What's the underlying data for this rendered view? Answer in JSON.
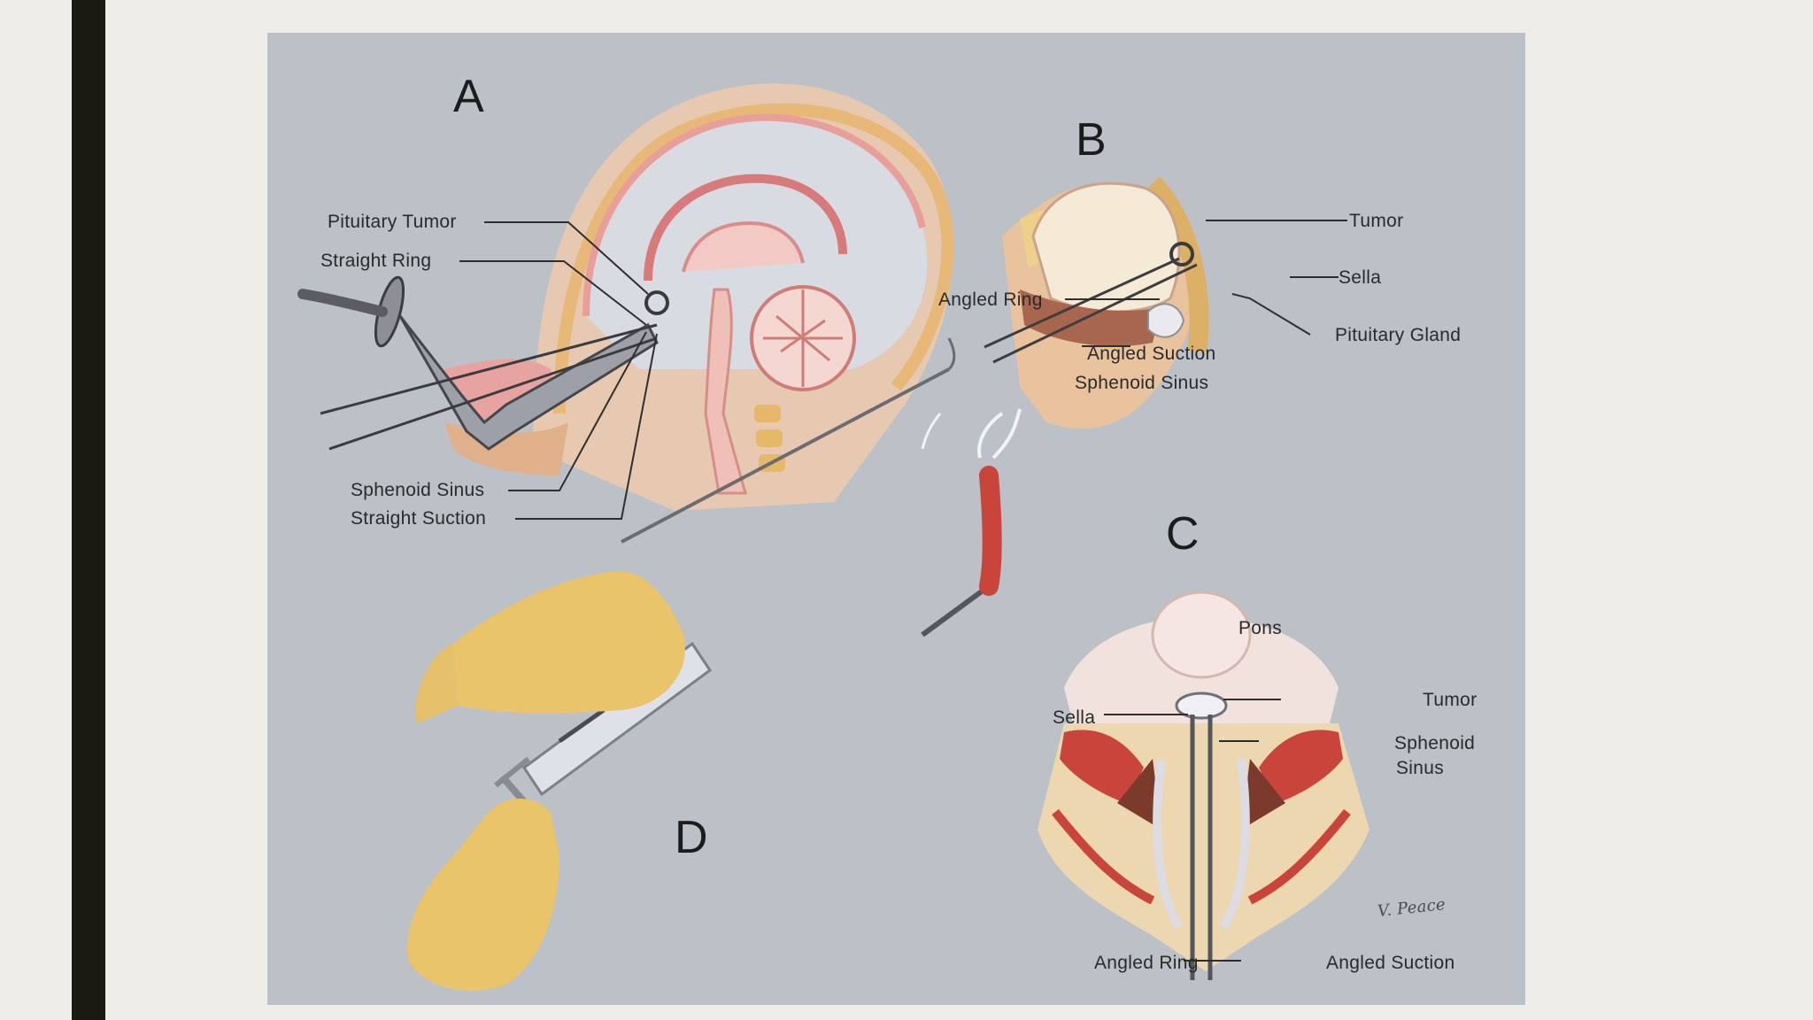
{
  "panels": {
    "a": "A",
    "b": "B",
    "c": "C",
    "d": "D"
  },
  "labels_a": {
    "pituitary_tumor": "Pituitary Tumor",
    "straight_ring": "Straight Ring",
    "sphenoid_sinus": "Sphenoid Sinus",
    "straight_suction": "Straight Suction"
  },
  "labels_b": {
    "tumor": "Tumor",
    "sella": "Sella",
    "angled_ring": "Angled Ring",
    "pituitary_gland": "Pituitary Gland",
    "angled_suction": "Angled Suction",
    "sphenoid_sinus": "Sphenoid Sinus"
  },
  "labels_c": {
    "pons": "Pons",
    "tumor": "Tumor",
    "sella": "Sella",
    "sphenoid": "Sphenoid",
    "sinus": "Sinus",
    "angled_ring": "Angled Ring",
    "angled_suction": "Angled Suction"
  },
  "signature": "V. Peace",
  "colors": {
    "background": "#efede7",
    "side_bar": "#1b1a12",
    "figure_bg": "#bcc0c7"
  }
}
